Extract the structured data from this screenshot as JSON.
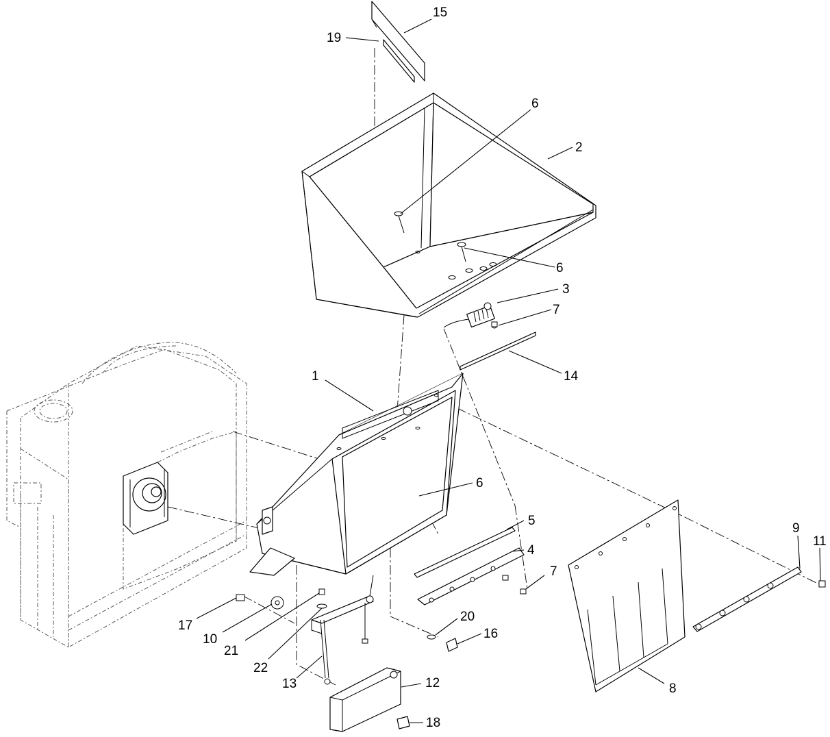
{
  "callouts": [
    {
      "id": "c15",
      "text": "15"
    },
    {
      "id": "c19",
      "text": "19"
    },
    {
      "id": "c6a",
      "text": "6"
    },
    {
      "id": "c2",
      "text": "2"
    },
    {
      "id": "c6b",
      "text": "6"
    },
    {
      "id": "c3",
      "text": "3"
    },
    {
      "id": "c7a",
      "text": "7"
    },
    {
      "id": "c14",
      "text": "14"
    },
    {
      "id": "c1",
      "text": "1"
    },
    {
      "id": "c6c",
      "text": "6"
    },
    {
      "id": "c5",
      "text": "5"
    },
    {
      "id": "c4",
      "text": "4"
    },
    {
      "id": "c7b",
      "text": "7"
    },
    {
      "id": "c9",
      "text": "9"
    },
    {
      "id": "c11",
      "text": "11"
    },
    {
      "id": "c17",
      "text": "17"
    },
    {
      "id": "c10",
      "text": "10"
    },
    {
      "id": "c21",
      "text": "21"
    },
    {
      "id": "c22",
      "text": "22"
    },
    {
      "id": "c13",
      "text": "13"
    },
    {
      "id": "c20",
      "text": "20"
    },
    {
      "id": "c16",
      "text": "16"
    },
    {
      "id": "c12",
      "text": "12"
    },
    {
      "id": "c18",
      "text": "18"
    },
    {
      "id": "c8",
      "text": "8"
    }
  ]
}
